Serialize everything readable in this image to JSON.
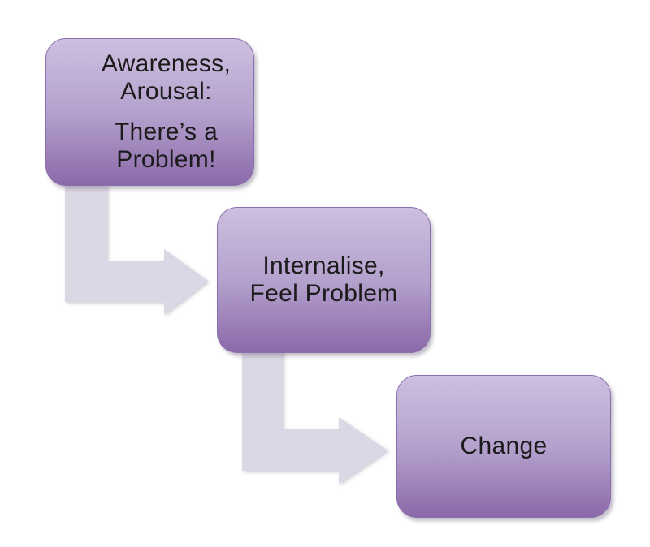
{
  "diagram": {
    "kind": "process-flow",
    "steps": [
      {
        "id": "awareness-arousal",
        "lines": [
          "Awareness,",
          "Arousal:",
          "There’s a",
          "Problem!"
        ]
      },
      {
        "id": "internalise-feel-problem",
        "lines": [
          "Internalise,",
          "Feel Problem"
        ]
      },
      {
        "id": "change",
        "lines": [
          "Change"
        ]
      }
    ],
    "connectors": [
      {
        "from": 0,
        "to": 1,
        "shape": "elbow-arrow-down-right"
      },
      {
        "from": 1,
        "to": 2,
        "shape": "elbow-arrow-down-right"
      }
    ]
  },
  "theme": {
    "bg": "#ffffff",
    "box-top": "#cdbfe0",
    "box-mid": "#b3a0cc",
    "box-bottom": "#8b69a9",
    "box-border": "#8a6fae",
    "arrow-fill": "#dcd7e4",
    "text-color": "#1b1b1b"
  }
}
